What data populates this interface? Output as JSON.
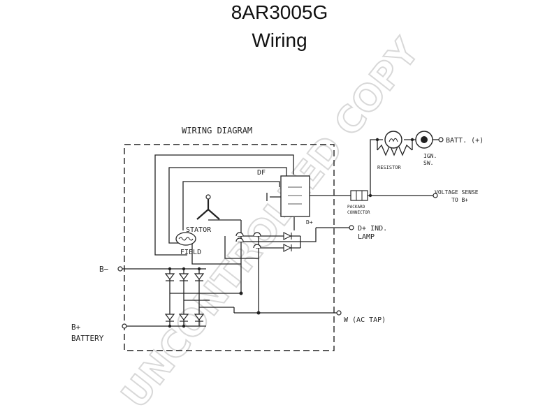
{
  "header": {
    "part_number": "8AR3005G",
    "subtitle": "Wiring"
  },
  "diagram": {
    "heading": "WIRING DIAGRAM",
    "labels": {
      "df": "DF",
      "dplus_small": "D+",
      "stator": "STATOR",
      "field": "FIELD",
      "b_minus": "B−",
      "b_plus": "B+",
      "battery": "BATTERY",
      "w_ac_tap": "W (AC TAP)",
      "d_ind": "D+ IND.",
      "lamp": "LAMP",
      "batt": "BATT. (+)",
      "ign": "IGN.",
      "sw": "SW.",
      "resistor": "RESISTOR",
      "voltage_sense": "VOLTAGE SENSE",
      "to_b": "TO B+",
      "packard": "PACKARD",
      "connector": "CONNECTOR"
    }
  },
  "watermark": "UNCONTROLLED COPY",
  "colors": {
    "line": "#222222",
    "watermark": "#d8d8d8"
  }
}
